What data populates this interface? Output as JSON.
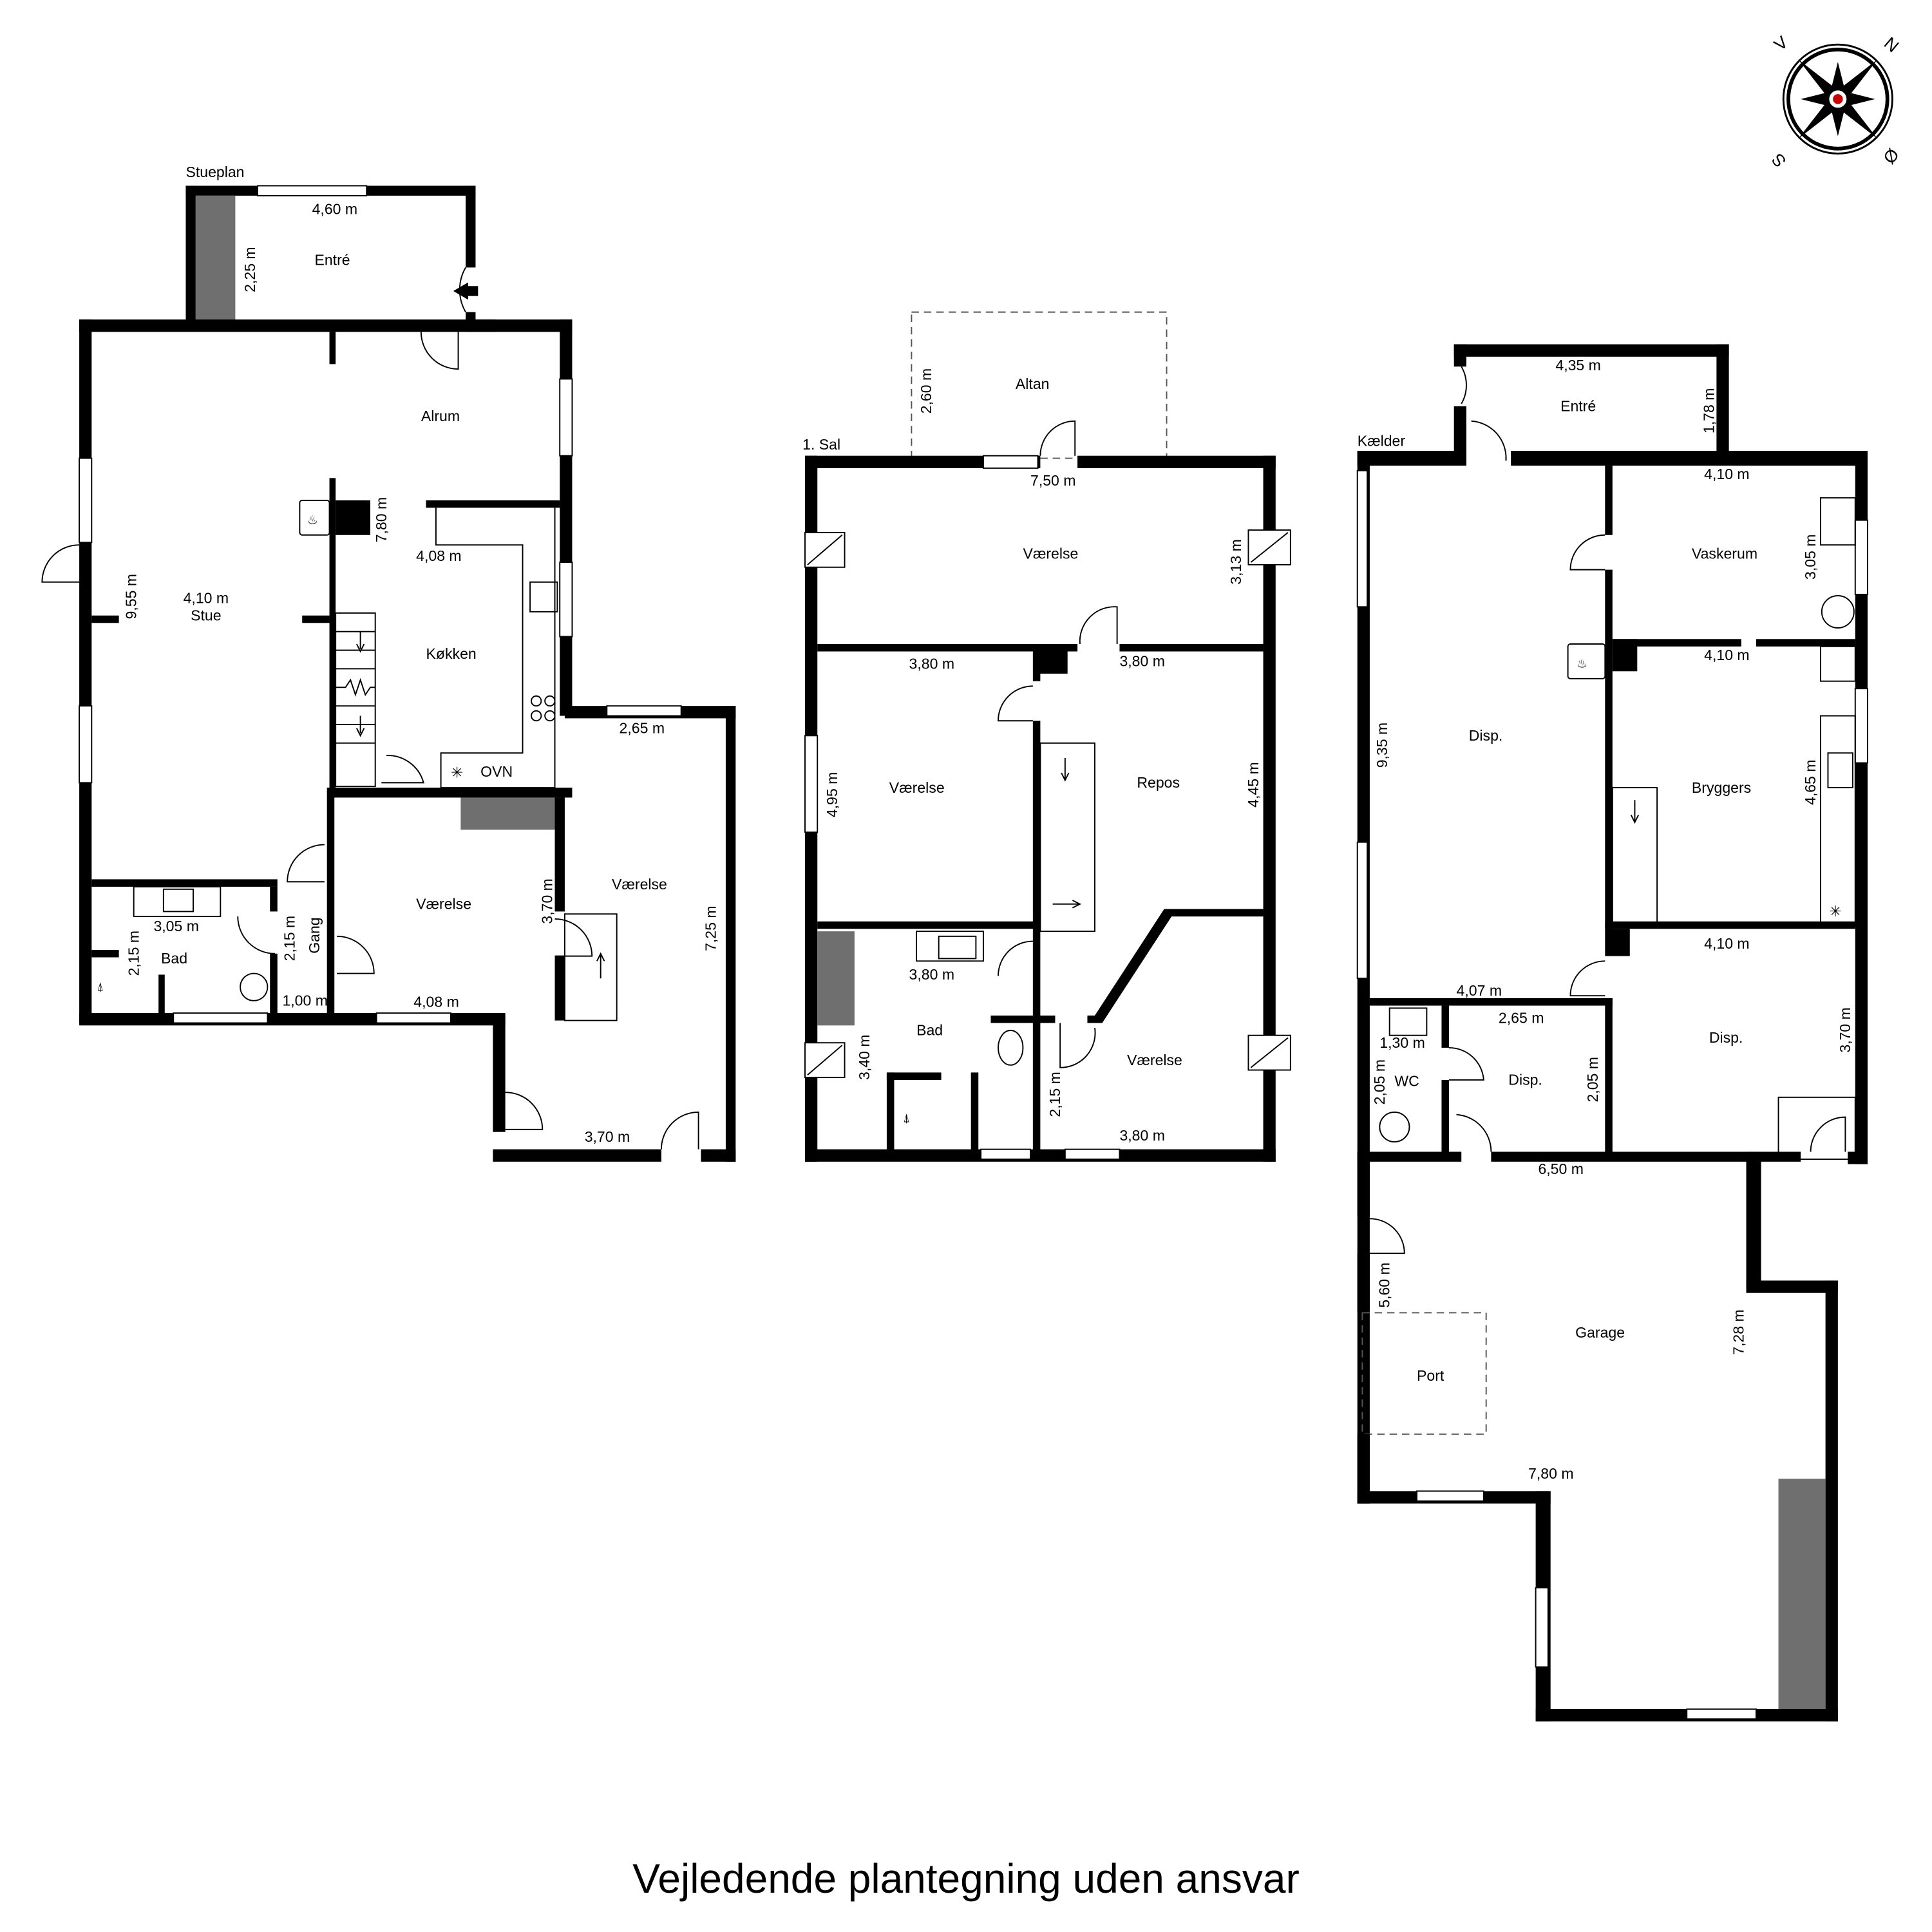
{
  "footer": "Vejledende plantegning uden ansvar",
  "compass": {
    "north": "N",
    "south": "S",
    "east": "Ø",
    "west": "V"
  },
  "floors": {
    "stueplan": {
      "title": "Stueplan",
      "rooms": {
        "entre": "Entré",
        "alrum": "Alrum",
        "stue": "Stue",
        "kokken": "Køkken",
        "bad": "Bad",
        "gang": "Gang",
        "vaerelse1": "Værelse",
        "vaerelse2": "Værelse"
      },
      "dims": {
        "entre_w": "4,60 m",
        "entre_h": "2,25 m",
        "stue_w": "4,10 m",
        "stue_h": "9,55 m",
        "alrum_h": "7,80 m",
        "kokken_w": "4,08 m",
        "bad_w": "3,05 m",
        "bad_h": "2,15 m",
        "gang_h": "2,15 m",
        "gang_w": "1,00 m",
        "vaer1_w": "4,08 m",
        "vaer1_h": "3,70 m",
        "vaer2_top": "2,65 m",
        "vaer2_h": "7,25 m",
        "vaer2_bottom": "3,70 m"
      },
      "appliances": {
        "oven": "OVN"
      }
    },
    "sal1": {
      "title": "1. Sal",
      "rooms": {
        "altan": "Altan",
        "vaerelse_top": "Værelse",
        "vaerelse_left": "Værelse",
        "repos": "Repos",
        "bad": "Bad",
        "vaerelse_br": "Værelse"
      },
      "dims": {
        "altan_h": "2,60 m",
        "top_w": "7,50 m",
        "top_h": "3,13 m",
        "left_w": "3,80 m",
        "repos_w": "3,80 m",
        "left_h": "4,95 m",
        "repos_h": "4,45 m",
        "bad_w": "3,80 m",
        "bad_h": "3,40 m",
        "br_h": "2,15 m",
        "br_w": "3,80 m"
      }
    },
    "kaelder": {
      "title": "Kælder",
      "rooms": {
        "entre": "Entré",
        "vaskerum": "Vaskerum",
        "disp_big": "Disp.",
        "bryggers": "Bryggers",
        "disp_right": "Disp.",
        "wc": "WC",
        "disp_small": "Disp.",
        "garage": "Garage",
        "port": "Port"
      },
      "dims": {
        "entre_w": "4,35 m",
        "entre_h": "1,78 m",
        "vask_w": "4,10 m",
        "vask_h": "3,05 m",
        "bryg_w": "4,10 m",
        "bryg_h": "4,65 m",
        "disp_h": "9,35 m",
        "disp_w": "4,07 m",
        "dispr_w": "4,10 m",
        "dispr_h": "3,70 m",
        "wc_w": "1,30 m",
        "wc_h": "2,05 m",
        "disps_w": "2,65 m",
        "disps_h": "2,05 m",
        "garage_top": "6,50 m",
        "garage_door_h": "5,60 m",
        "garage_h": "7,28 m",
        "garage_w": "7,80 m"
      }
    }
  }
}
